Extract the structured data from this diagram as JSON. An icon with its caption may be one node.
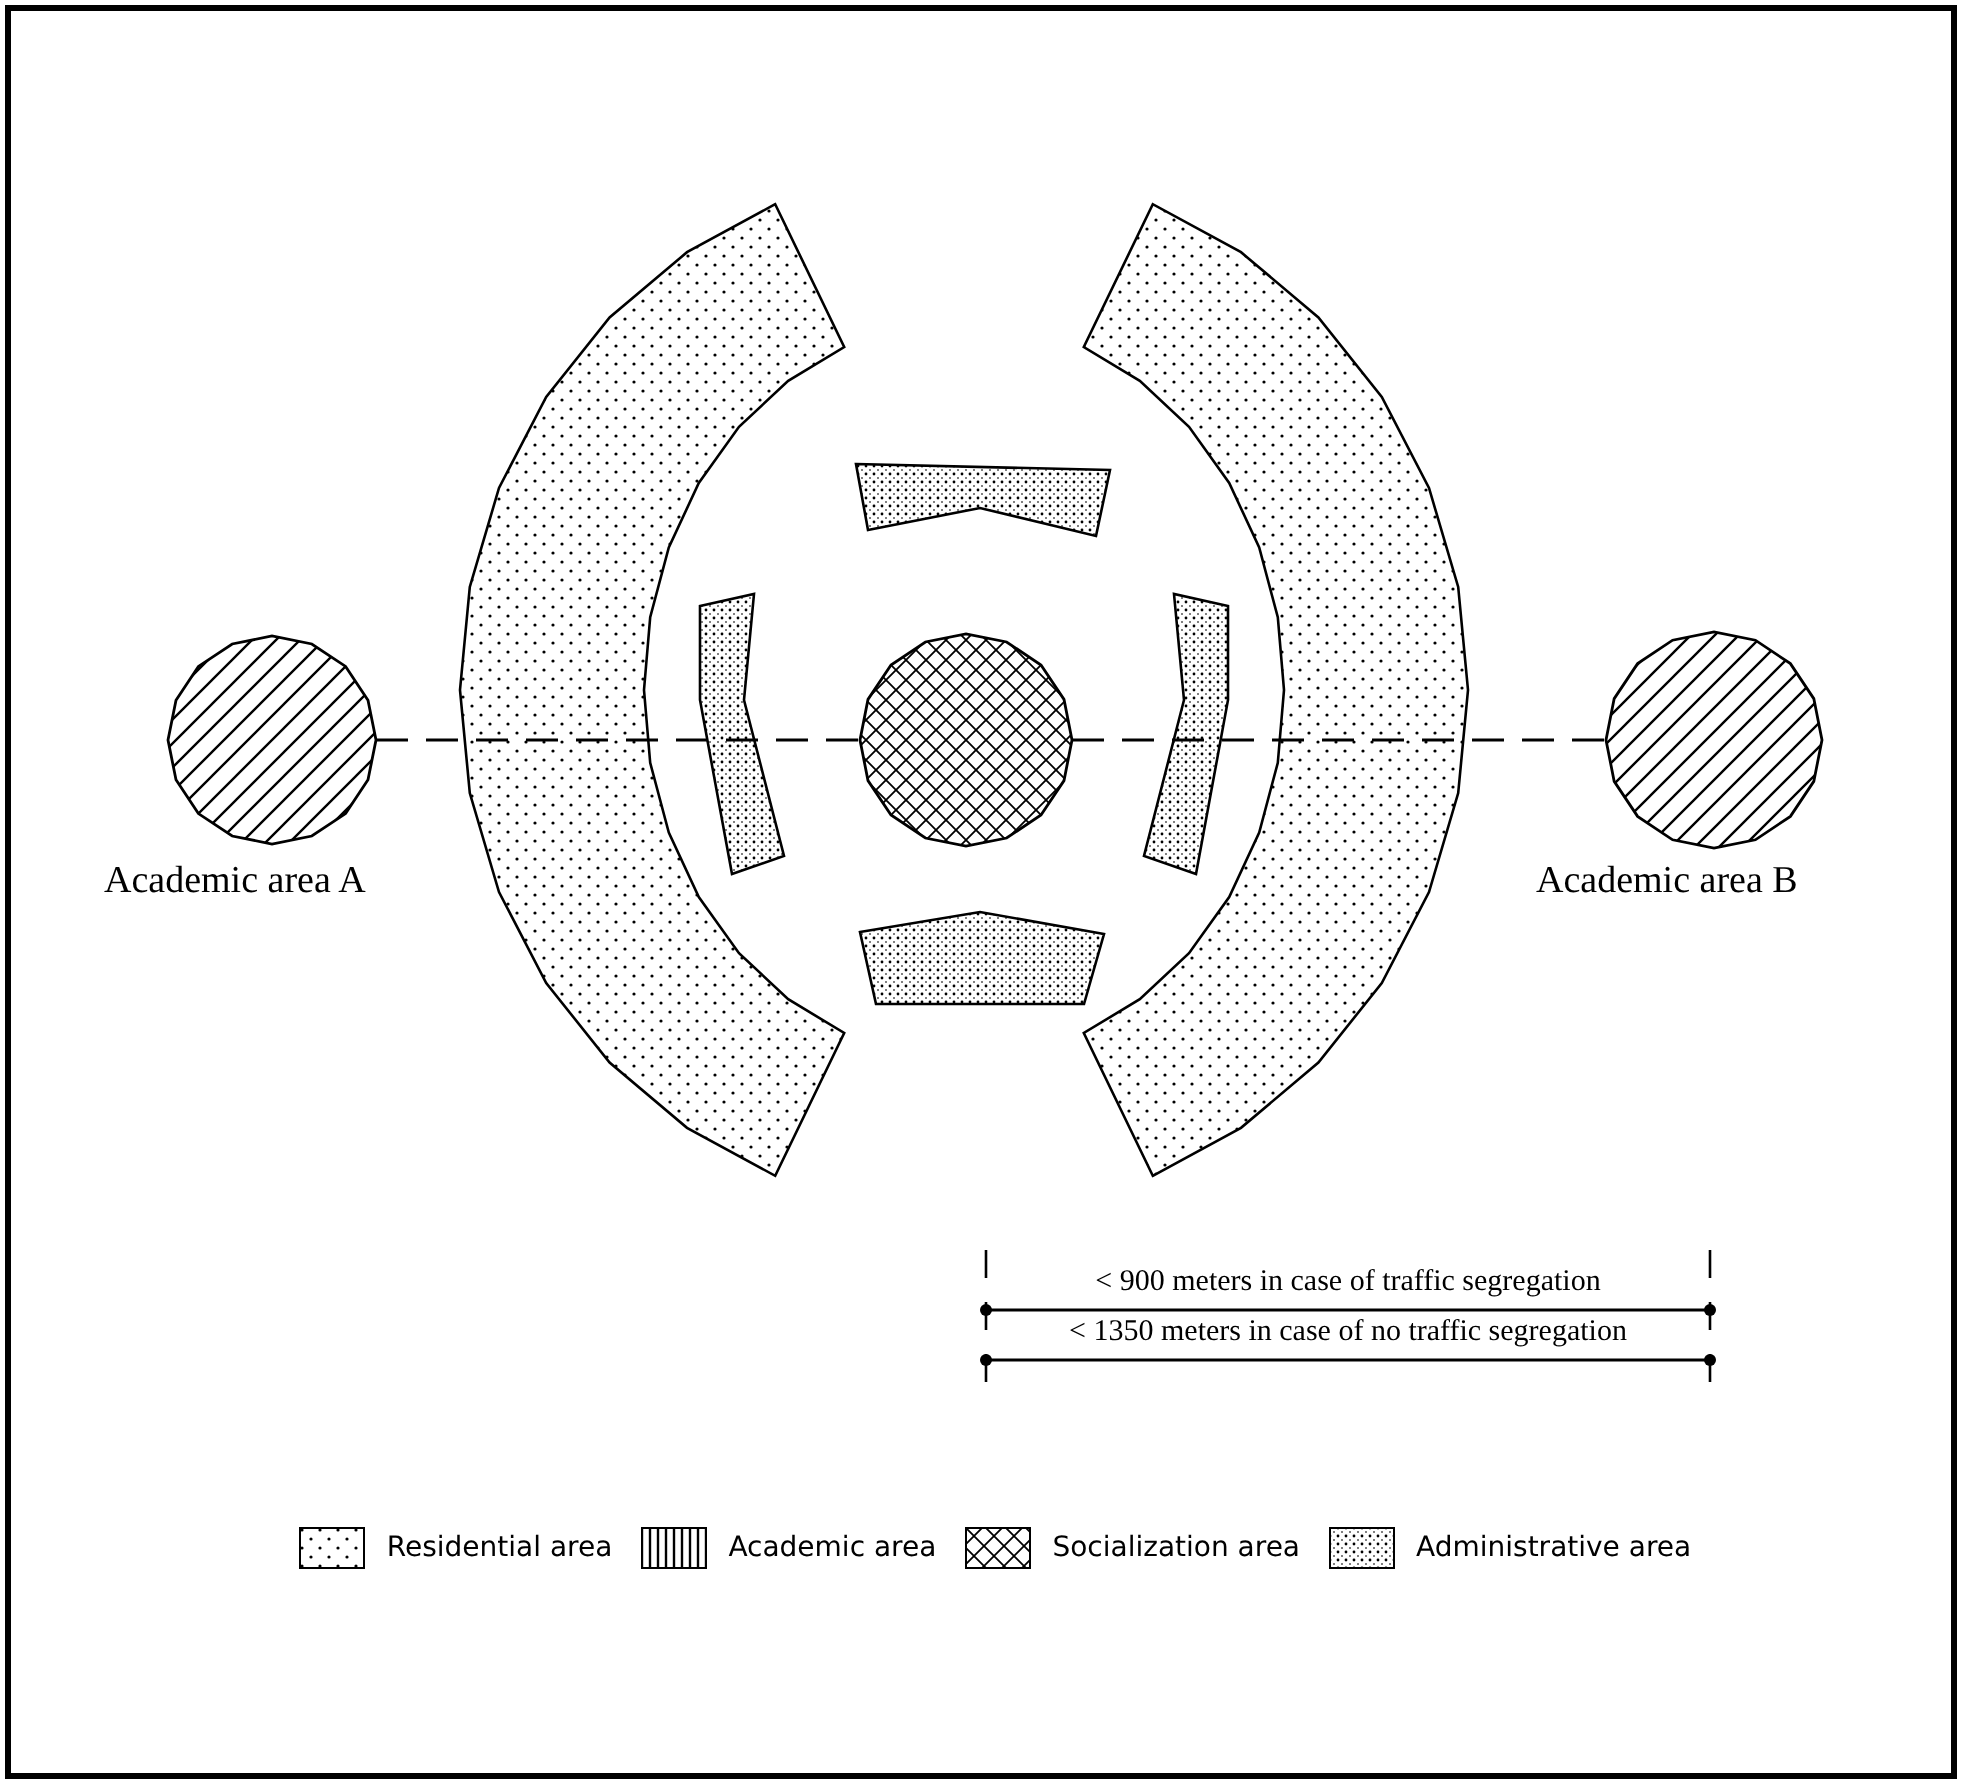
{
  "diagram": {
    "nodes": [
      {
        "text": [
          "Academic area A"
        ]
      },
      {
        "text": [],
        "shape": "circle"
      },
      {
        "text": [
          "Academic area B"
        ]
      }
    ],
    "edges": [
      {
        "from": 0,
        "to": 1,
        "arrow": "none",
        "style": "dashed"
      },
      {
        "from": 1,
        "to": 2,
        "arrow": "none",
        "style": "dashed"
      }
    ],
    "labels": [
      "< 900 meters in case of traffic segregation",
      "< 1350 meters in case of no traffic segregation"
    ],
    "legend": [
      {
        "text": "Residential area"
      },
      {
        "text": "Academic area"
      },
      {
        "text": "Socialization area"
      },
      {
        "text": "Administrative area"
      }
    ]
  }
}
